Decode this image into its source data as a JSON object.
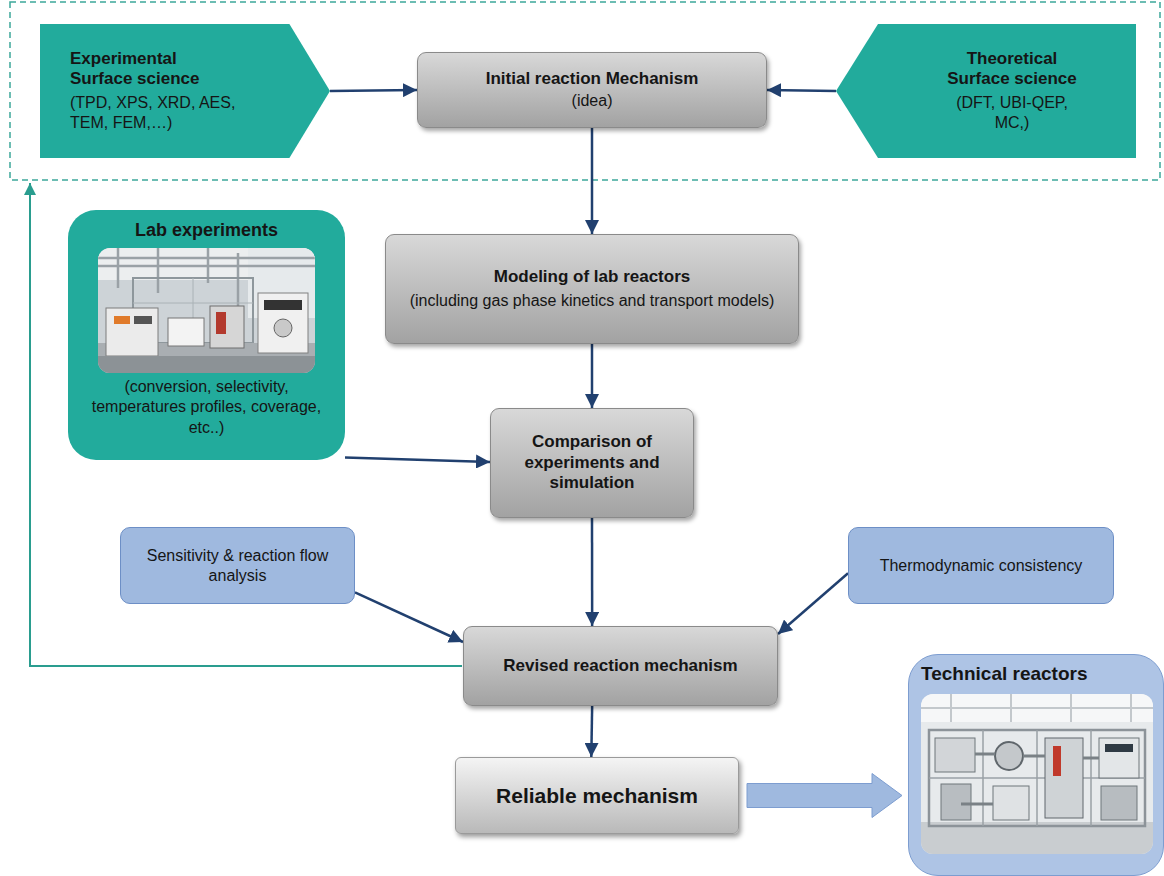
{
  "diagram": {
    "nodes": [
      {
        "text": [
          "Experimental Surface science",
          "(TPD, XPS, XRD, AES, TEM, FEM,…)"
        ]
      },
      {
        "text": [
          "Initial reaction Mechanism",
          "(idea)"
        ]
      },
      {
        "text": [
          "Theoretical Surface science",
          "(DFT, UBI-QEP, MC,)"
        ]
      },
      {
        "text": [
          "Lab experiments",
          "(conversion, selectivity, temperatures profiles, coverage, etc..)"
        ]
      },
      {
        "text": [
          "Modeling of lab reactors",
          "(including gas phase kinetics and transport models)"
        ]
      },
      {
        "text": [
          "Comparison of experiments and simulation"
        ]
      },
      {
        "text": [
          "Sensitivity & reaction flow analysis"
        ]
      },
      {
        "text": [
          "Thermodynamic consistency"
        ]
      },
      {
        "text": [
          "Revised reaction mechanism"
        ]
      },
      {
        "text": [
          "Reliable mechanism"
        ]
      },
      {
        "text": [
          "Technical reactors"
        ]
      }
    ],
    "edges": [
      {
        "from": 0,
        "to": 1,
        "arrow": "to"
      },
      {
        "from": 2,
        "to": 1,
        "arrow": "to"
      },
      {
        "from": 1,
        "to": 4,
        "arrow": "to"
      },
      {
        "from": 4,
        "to": 5,
        "arrow": "to"
      },
      {
        "from": 3,
        "to": 5,
        "arrow": "to"
      },
      {
        "from": 5,
        "to": 8,
        "arrow": "to"
      },
      {
        "from": 6,
        "to": 8,
        "arrow": "to"
      },
      {
        "from": 7,
        "to": 8,
        "arrow": "to"
      },
      {
        "from": 8,
        "to": 9,
        "arrow": "to"
      },
      {
        "from": 9,
        "to": 10,
        "arrow": "to"
      }
    ]
  }
}
